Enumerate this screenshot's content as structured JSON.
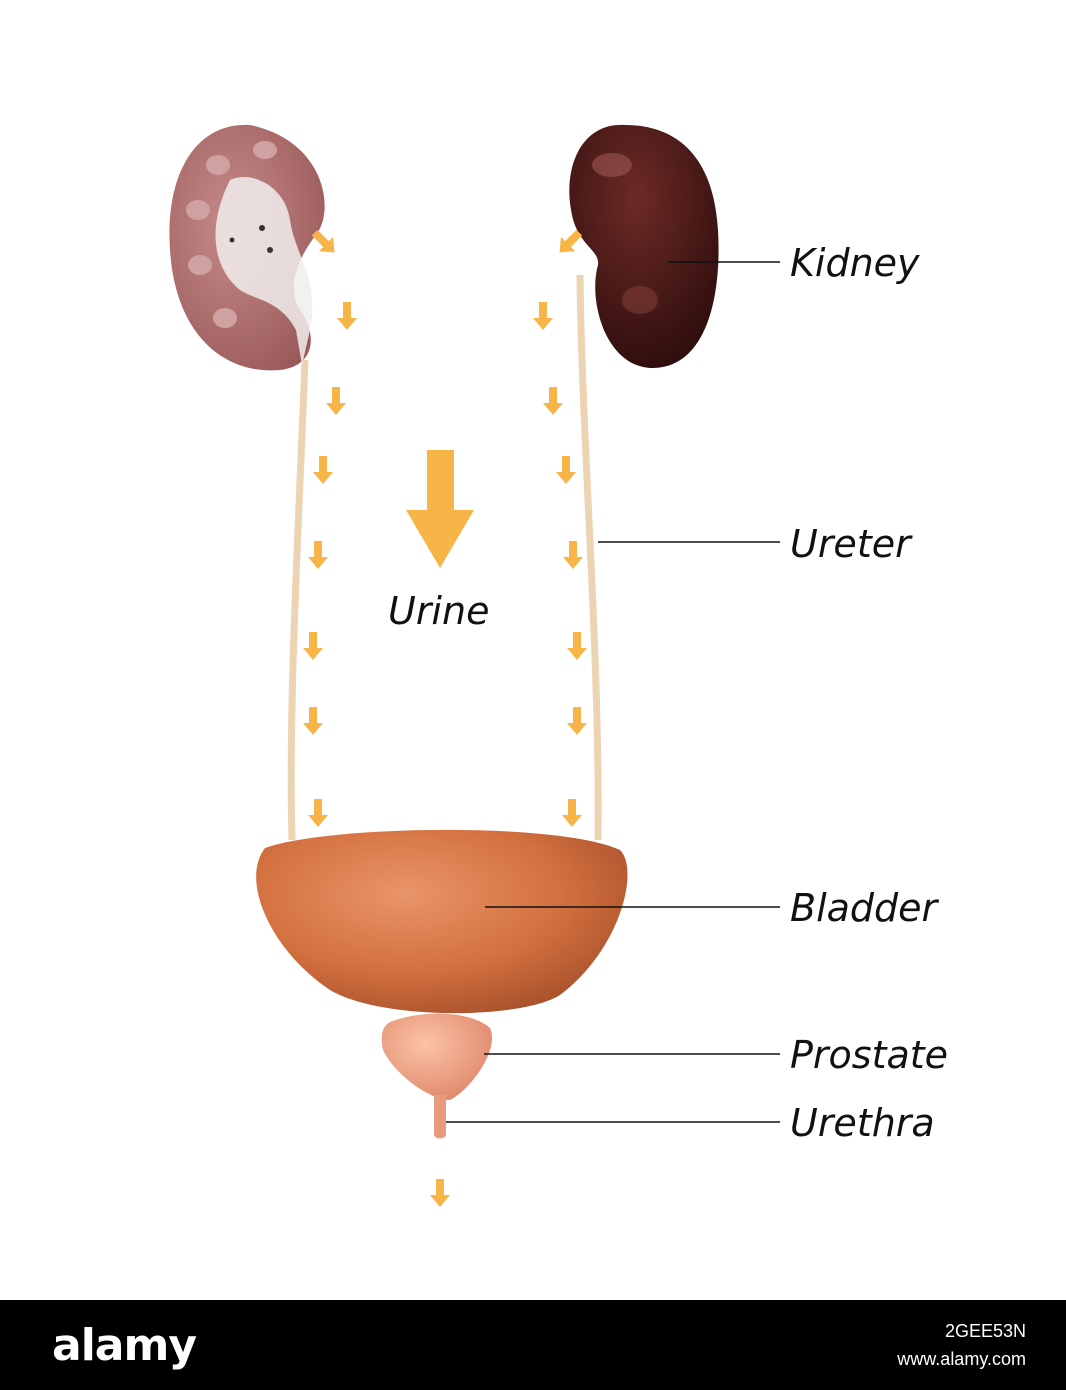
{
  "diagram": {
    "labels": {
      "kidney": "Kidney",
      "ureter": "Ureter",
      "urine": "Urine",
      "bladder": "Bladder",
      "prostate": "Prostate",
      "urethra": "Urethra"
    },
    "colors": {
      "arrow": "#f7b547",
      "kidney_section": "#b56e6e",
      "kidney_whole": "#4a1a18",
      "ureter": "#f2dcbc",
      "bladder": "#d9784a",
      "prostate": "#f0a682",
      "leader": "#111111"
    }
  },
  "footer": {
    "brand": "alamy",
    "image_id": "2GEE53N",
    "site": "www.alamy.com"
  }
}
